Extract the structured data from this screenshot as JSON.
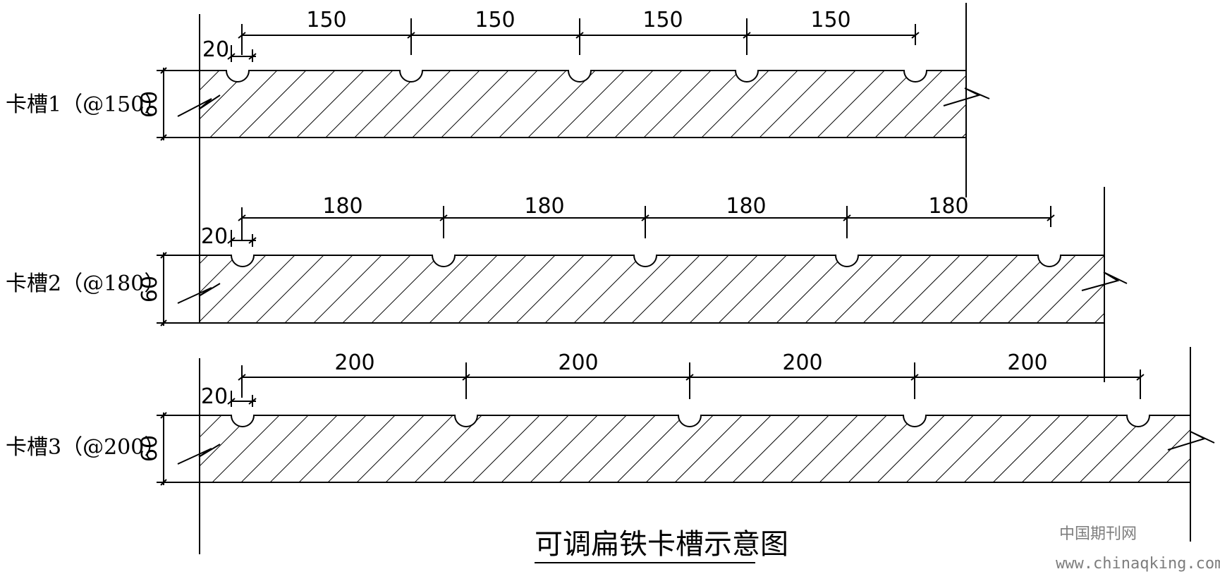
{
  "diagram": {
    "title": "可调扁铁卡槽示意图",
    "watermark": {
      "line1": "中国期刊网",
      "line2": "www.chinaqking.com"
    },
    "colors": {
      "line": "#000000",
      "background": "#ffffff",
      "watermark": "#7d7d7d"
    },
    "bars": [
      {
        "label": "卡槽1（@150）",
        "thickness": "60",
        "offset": "20",
        "spacing_values": [
          "150",
          "150",
          "150",
          "150"
        ]
      },
      {
        "label": "卡槽2（@180）",
        "thickness": "60",
        "offset": "20",
        "spacing_values": [
          "180",
          "180",
          "180",
          "180"
        ]
      },
      {
        "label": "卡槽3（@200）",
        "thickness": "60",
        "offset": "20",
        "spacing_values": [
          "200",
          "200",
          "200",
          "200"
        ]
      }
    ]
  }
}
